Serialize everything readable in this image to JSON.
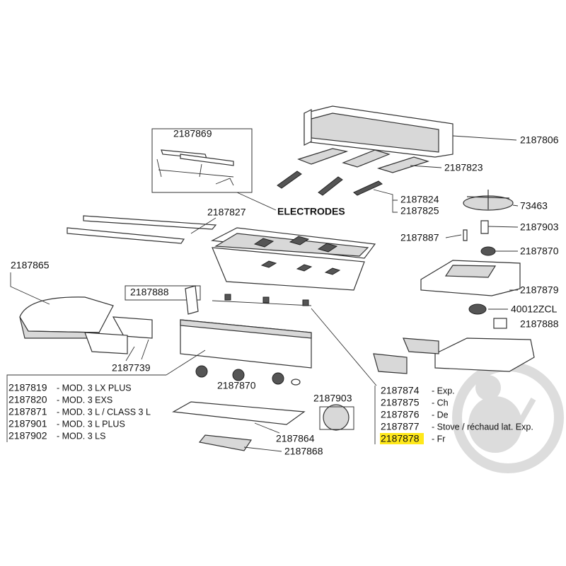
{
  "labels": {
    "l2187869": "2187869",
    "l2187806": "2187806",
    "l2187823": "2187823",
    "l2187824": "2187824",
    "l2187825": "2187825",
    "electrodes": "ELECTRODES",
    "l73463": "73463",
    "l2187827": "2187827",
    "l2187903a": "2187903",
    "l2187887": "2187887",
    "l2187870a": "2187870",
    "l2187865": "2187865",
    "l2187888a": "2187888",
    "l2187879": "2187879",
    "l40012ZCL": "40012ZCL",
    "l2187888b": "2187888",
    "l2187739": "2187739",
    "l2187870b": "2187870",
    "l2187903b": "2187903",
    "l2187864": "2187864",
    "l2187868": "2187868"
  },
  "models": [
    {
      "code": "2187819",
      "desc": "- MOD. 3 LX PLUS"
    },
    {
      "code": "2187820",
      "desc": "- MOD. 3 EXS"
    },
    {
      "code": "2187871",
      "desc": "- MOD. 3 L / CLASS 3 L"
    },
    {
      "code": "2187901",
      "desc": "- MOD. 3 L PLUS"
    },
    {
      "code": "2187902",
      "desc": "- MOD. 3 LS"
    }
  ],
  "side_parts": [
    {
      "code": "2187874",
      "desc": "- Exp."
    },
    {
      "code": "2187875",
      "desc": "- Ch"
    },
    {
      "code": "2187876",
      "desc": "- De"
    },
    {
      "code": "2187877",
      "desc": "- Stove / réchaud lat. Exp."
    },
    {
      "code": "2187878",
      "desc": "- Fr",
      "highlighted": true
    }
  ],
  "colors": {
    "highlight": "#ffe81a",
    "watermark": "#d9d9d9"
  }
}
